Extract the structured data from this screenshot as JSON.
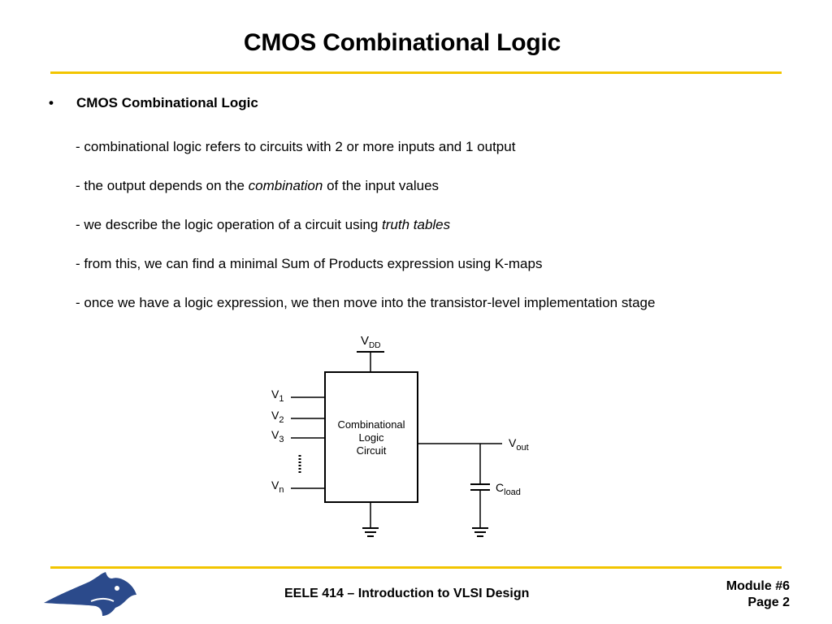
{
  "slide": {
    "title": "CMOS Combinational Logic",
    "bullet": "•",
    "heading": "CMOS Combinational Logic",
    "lines": [
      {
        "pre": "- combinational logic refers to circuits with 2 or more inputs and 1 output",
        "em": "",
        "post": ""
      },
      {
        "pre": "- the output depends on the ",
        "em": "combination",
        "post": " of the input values"
      },
      {
        "pre": "- we describe the logic operation of a circuit using ",
        "em": "truth tables",
        "post": ""
      },
      {
        "pre": "- from this, we can find a minimal Sum of Products expression using K-maps",
        "em": "",
        "post": ""
      },
      {
        "pre": "- once we have a logic expression, we then move into the transistor-level implementation stage",
        "em": "",
        "post": ""
      }
    ]
  },
  "diagram": {
    "vdd": {
      "main": "V",
      "sub": "DD"
    },
    "block_lines": [
      "Combinational",
      "Logic",
      "Circuit"
    ],
    "inputs": [
      {
        "main": "V",
        "sub": "1"
      },
      {
        "main": "V",
        "sub": "2"
      },
      {
        "main": "V",
        "sub": "3"
      },
      {
        "main": "V",
        "sub": "n"
      }
    ],
    "output": {
      "main": "V",
      "sub": "out"
    },
    "load": {
      "main": "C",
      "sub": "load"
    }
  },
  "footer": {
    "course": "EELE 414 – Introduction to VLSI Design",
    "module": "Module #6",
    "page": "Page 2"
  },
  "colors": {
    "accent": "#f2c500",
    "logo": "#2b4a8b"
  }
}
